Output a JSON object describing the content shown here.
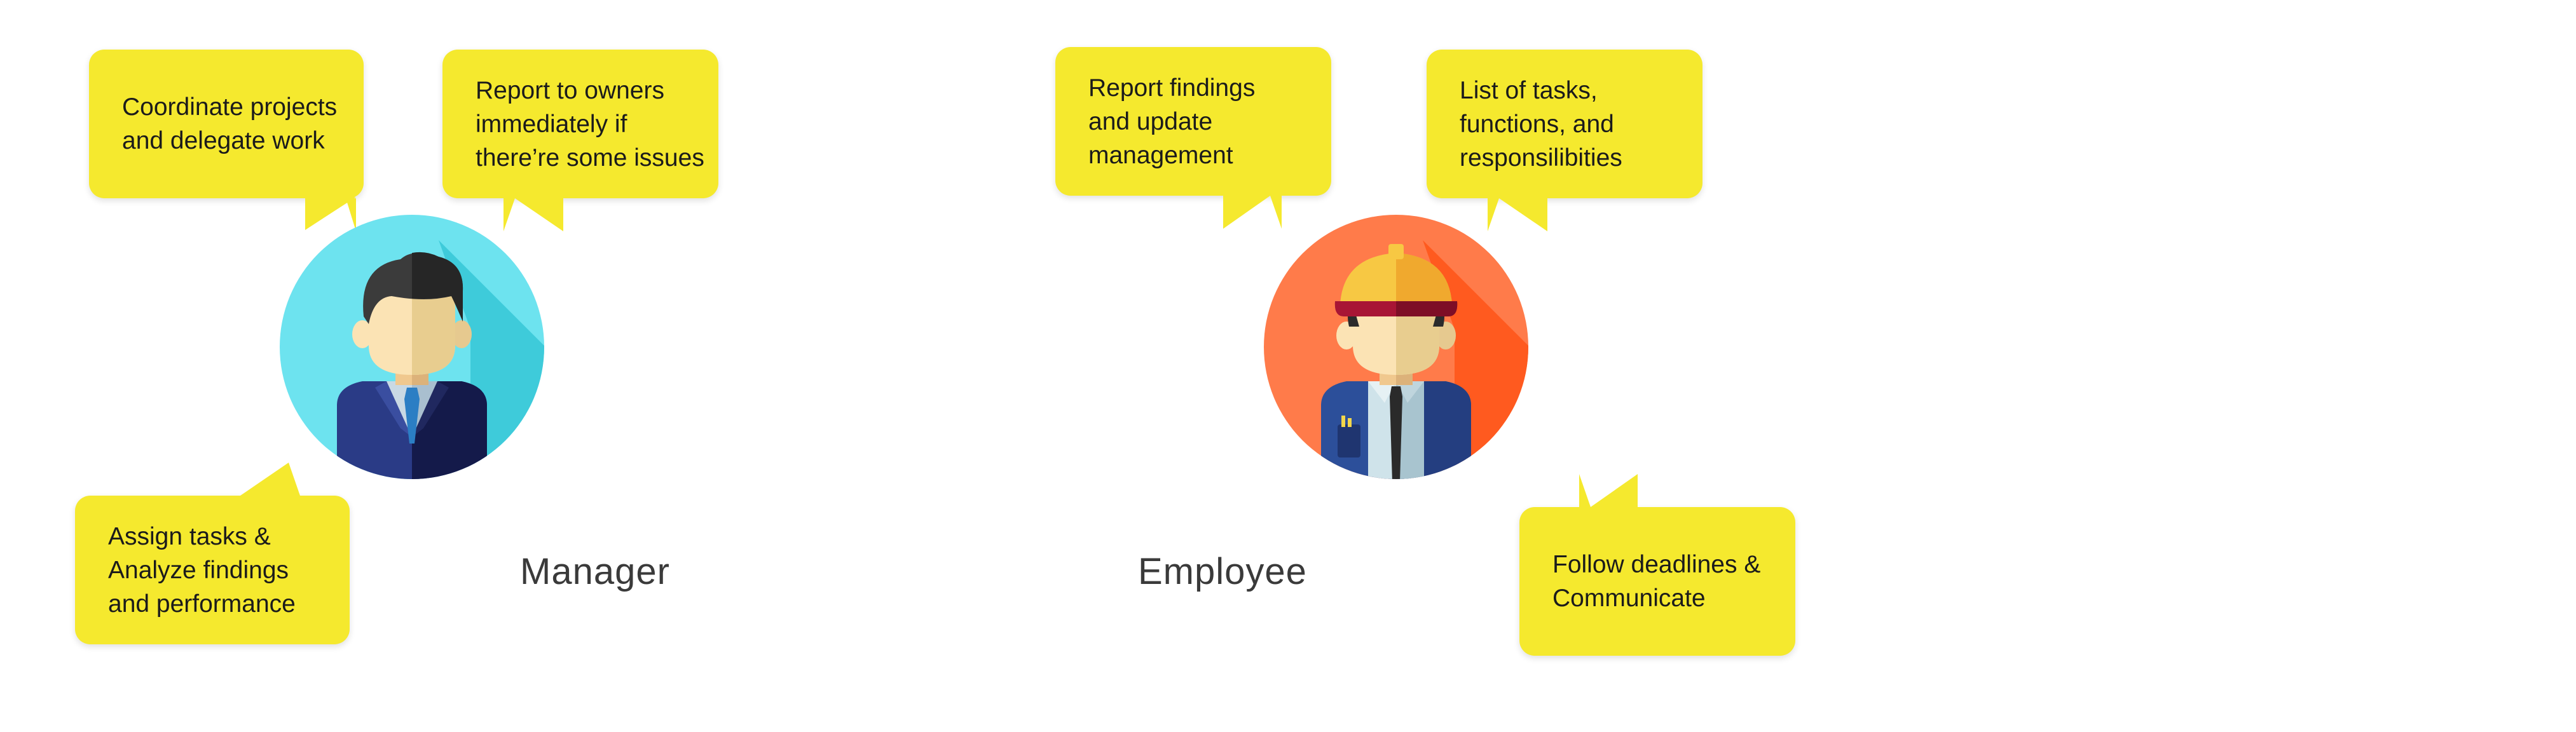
{
  "roles": {
    "manager": {
      "label": "Manager",
      "bubbles": {
        "top_left": "Coordinate projects\nand delegate work",
        "top_right": "Report to owners\nimmediately if\nthere’re some issues",
        "bottom_left": "Assign tasks &\nAnalyze findings\nand performance"
      },
      "circle_color": "#6de3ef",
      "shadow_color": "#3ecbda"
    },
    "employee": {
      "label": "Employee",
      "bubbles": {
        "top_left": "Report findings\nand update\nmanagement",
        "top_right": "List of tasks,\nfunctions, and\nresponsilibities",
        "bottom_right": "Follow deadlines &\nCommunicate"
      },
      "circle_color": "#ff7b4a",
      "shadow_color": "#ff5a1f"
    }
  },
  "colors": {
    "bubble": "#f5e92e",
    "text": "#1b1b1b",
    "label": "#3a3a3a"
  }
}
